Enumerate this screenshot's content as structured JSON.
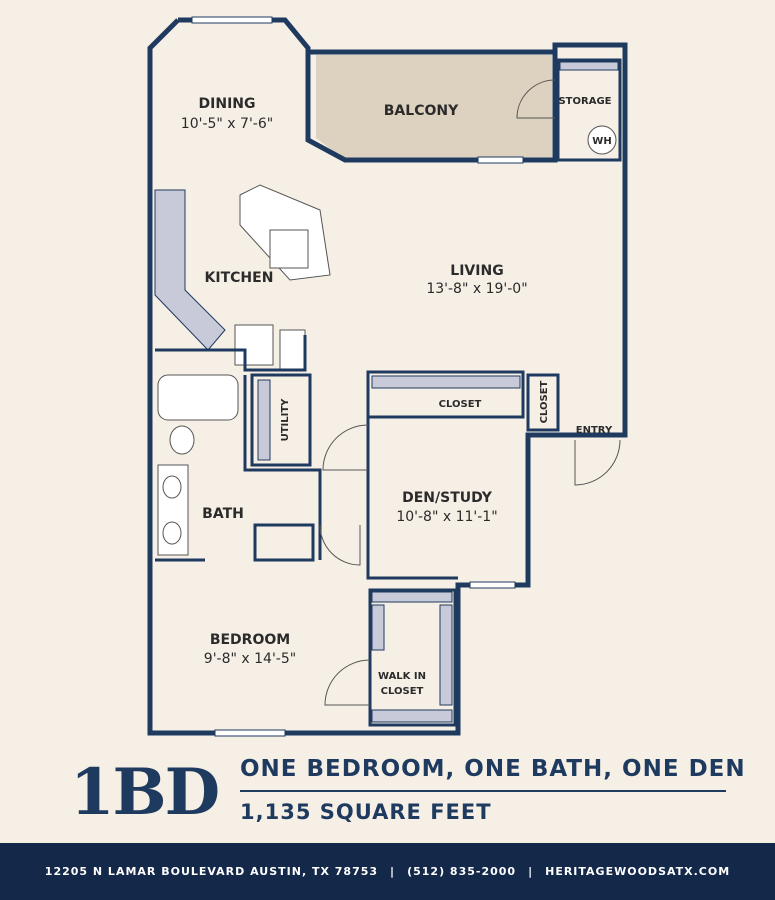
{
  "rooms": {
    "dining": {
      "name": "DINING",
      "dims": "10'-5\" x 7'-6\""
    },
    "balcony": {
      "name": "BALCONY"
    },
    "storage": {
      "name": "STORAGE"
    },
    "water_heater": {
      "name": "WH"
    },
    "kitchen": {
      "name": "KITCHEN"
    },
    "living": {
      "name": "LIVING",
      "dims": "13'-8\" x 19'-0\""
    },
    "utility": {
      "name": "UTILITY"
    },
    "closet": {
      "name": "CLOSET"
    },
    "entry_closet": {
      "name": "CLOSET"
    },
    "entry": {
      "name": "ENTRY"
    },
    "bath": {
      "name": "BATH"
    },
    "den": {
      "name": "DEN/STUDY",
      "dims": "10'-8\" x 11'-1\""
    },
    "bedroom": {
      "name": "BEDROOM",
      "dims": "9'-8\" x 14'-5\""
    },
    "walk_in_closet": {
      "line1": "WALK IN",
      "line2": "CLOSET"
    }
  },
  "floorplan": {
    "label": "1BD",
    "description": "ONE BEDROOM, ONE BATH, ONE DEN",
    "square_feet": "1,135 SQUARE FEET"
  },
  "footer": {
    "address": "12205 N LAMAR BOULEVARD AUSTIN, TX 78753",
    "phone": "(512) 835-2000",
    "website": "HERITAGEWOODSATX.COM",
    "separator": "|"
  },
  "colors": {
    "wall": "#1f3a5f",
    "background": "#f6efe6",
    "balcony_fill": "#ddd2bf",
    "footer_bg": "#14284a"
  }
}
